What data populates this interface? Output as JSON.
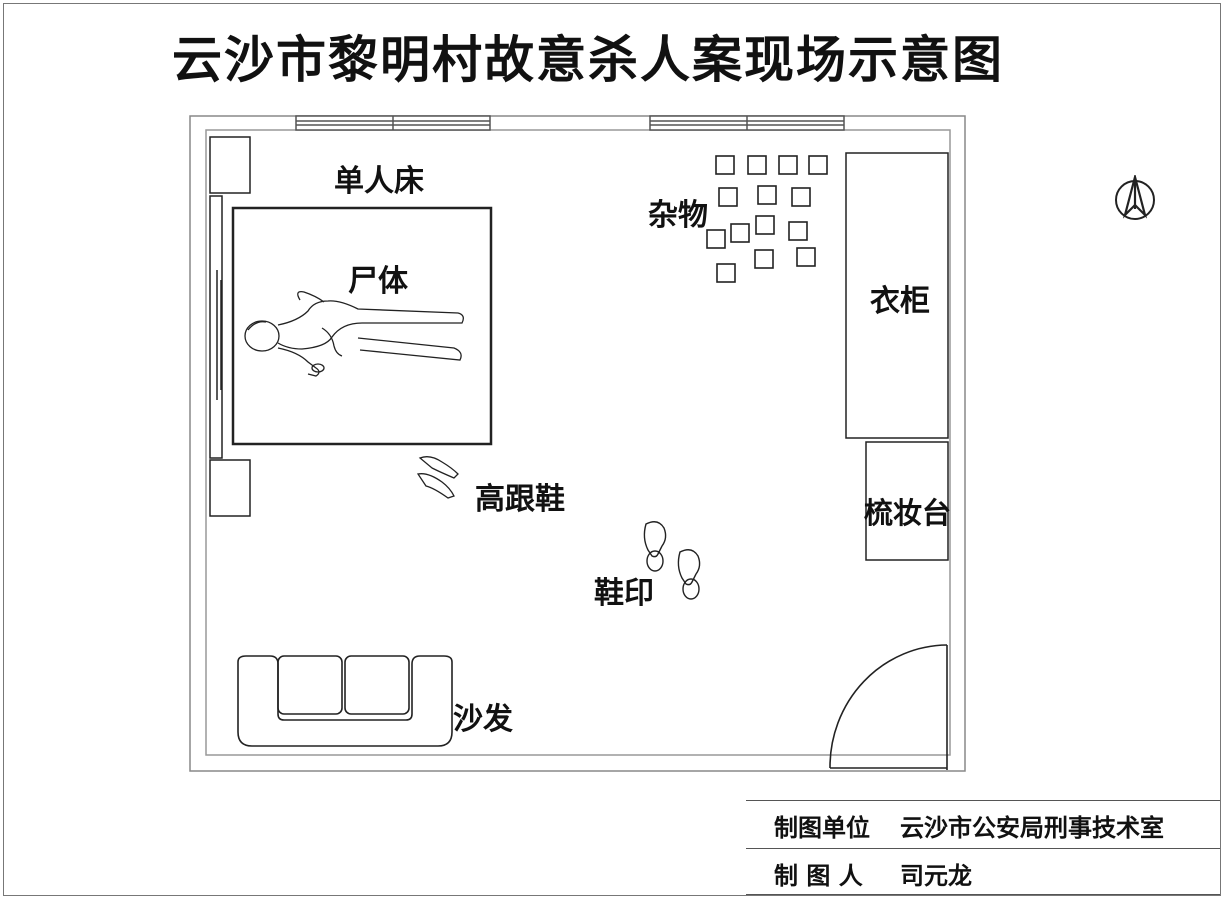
{
  "title": "云沙市黎明村故意杀人案现场示意图",
  "labels": {
    "bed": "单人床",
    "body": "尸体",
    "items": "杂物",
    "wardrobe": "衣柜",
    "heels": "高跟鞋",
    "dresser": "梳妆台",
    "footprints": "鞋印",
    "sofa": "沙发"
  },
  "compass_icon": "north-arrow-icon",
  "info": {
    "unit_label": "制图单位",
    "unit_value": "云沙市公安局刑事技术室",
    "maker_label": "制 图 人",
    "maker_value": "司元龙"
  }
}
